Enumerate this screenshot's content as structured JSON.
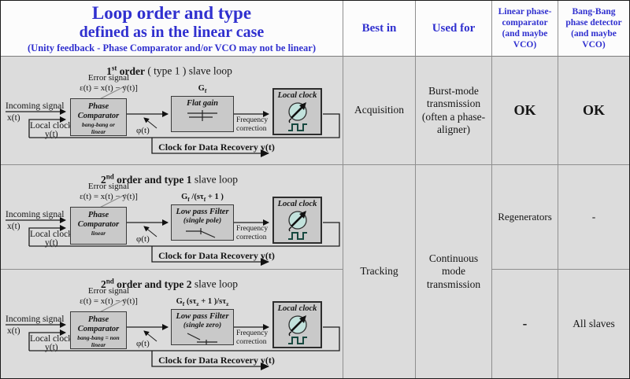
{
  "header": {
    "title_line1": "Loop order and type",
    "title_line2": "defined as in the linear case",
    "title_line3": "(Unity feedback  - Phase Comparator and/or VCO may not be linear)",
    "col_best_in": "Best in",
    "col_used_for": "Used for",
    "col_linear_pc": "Linear phase-\ncomparator\n(and maybe\nVCO)",
    "col_bang_bang": "Bang-Bang\nphase detector\n(and maybe\nVCO)"
  },
  "cells": {
    "best_in_row1": "Acquisition",
    "best_in_row23": "Tracking",
    "used_for_row1": "Burst-mode\ntransmission\n(often a phase-\naligner)",
    "used_for_row23": "Continuous\nmode\ntransmission",
    "linear_row1": "OK",
    "linear_row2": "Regenerators",
    "linear_row3": "-",
    "bang_row1": "OK",
    "bang_row2": "-",
    "bang_row3": "All slaves"
  },
  "diagram_labels": {
    "error_line1": "Error signal",
    "error_line2": "ε(t) = x(t) − y(t)]",
    "incoming": "Incoming signal",
    "incoming_var": "x(t)",
    "local_clock": "Local clock",
    "local_clock_var": "y(t)",
    "comparator_line1": "Phase",
    "comparator_line2": "Comparator",
    "phi": "φ(t)",
    "freq_corr": "Frequency\ncorrection",
    "clock_box": "Local clock",
    "clock_recovery": "Clock for Data Recovery y(t)"
  },
  "diagrams": [
    {
      "title_num": "1",
      "title_sup": "st",
      "title_bold": " order",
      "title_reg": " ( type 1 ) slave loop",
      "comp_sub": "bang-bang or\nlinear",
      "formula": {
        "p1": "G",
        "s1": "f",
        "p2": "",
        "s2": "",
        "p3": "",
        "s3": ""
      },
      "filter_line1": "Flat gain",
      "filter_line2": "",
      "glyph": "flat"
    },
    {
      "title_num": "2",
      "title_sup": "nd",
      "title_bold": " order and type 1",
      "title_reg": "  slave loop",
      "comp_sub": "linear",
      "formula": {
        "p1": "G",
        "s1": "f",
        "p2": " /(sτ",
        "s2": "f",
        "p3": " + 1 )",
        "s3": ""
      },
      "filter_line1": "Low pass Filter",
      "filter_line2": "(single pole)",
      "glyph": "pole"
    },
    {
      "title_num": "2",
      "title_sup": "nd",
      "title_bold": " order and type 2",
      "title_reg": " slave loop",
      "comp_sub": "bang-bang = non\nlinear",
      "formula": {
        "p1": "G",
        "s1": "f",
        "p2": " (sτ",
        "s2": "z",
        "p3": " + 1 )/sτ",
        "s3": "z"
      },
      "filter_line1": "Low pass Filter",
      "filter_line2": "(single zero)",
      "glyph": "zero"
    }
  ],
  "colors": {
    "title_blue": "#3030cf",
    "body_bg": "#dcdcdc",
    "header_bg": "#fcfcfc",
    "box_fill": "#c9c9c9",
    "vco_circle_fill": "#c2e2dc",
    "grid_line": "#8f8f8f"
  }
}
